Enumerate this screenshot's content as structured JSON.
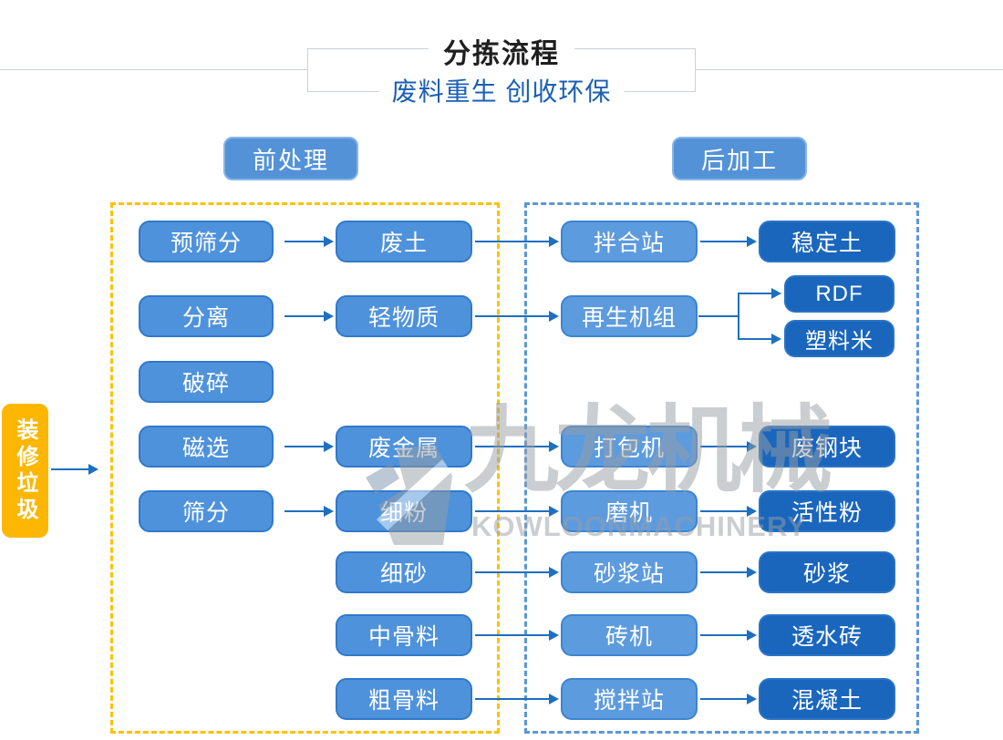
{
  "header": {
    "title": "分拣流程",
    "subtitle": "废料重生 创收环保"
  },
  "sections": {
    "pre_label": "前处理",
    "post_label": "后加工"
  },
  "source": {
    "label": "装修垃圾"
  },
  "flow": {
    "col1": [
      "预筛分",
      "分离",
      "破碎",
      "磁选",
      "筛分"
    ],
    "col2": [
      "废土",
      "轻物质",
      "废金属",
      "细粉",
      "细砂",
      "中骨料",
      "粗骨料"
    ],
    "col3": [
      "拌合站",
      "再生机组",
      "打包机",
      "磨机",
      "砂浆站",
      "砖机",
      "搅拌站"
    ],
    "col4": [
      "稳定土",
      "RDF",
      "塑料米",
      "废钢块",
      "活性粉",
      "砂浆",
      "透水砖",
      "混凝土"
    ]
  },
  "watermark": {
    "cn": "九龙机械",
    "en": "KOWLOONMACHINERY"
  },
  "colors": {
    "node_process": "#4f92dc",
    "node_machine": "#5d9bdf",
    "node_output": "#1a66bd",
    "source_yellow": "#fdb702",
    "dashed_yellow": "#fdc103",
    "dashed_blue": "#5b97d5",
    "arrow_blue": "#1d6fc0",
    "subtitle_blue": "#1b5fb5"
  }
}
